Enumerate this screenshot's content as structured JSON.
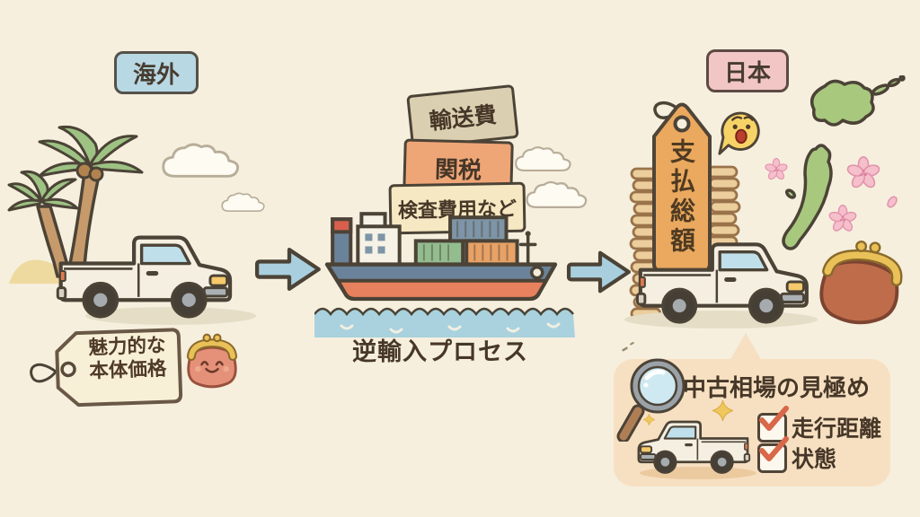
{
  "regions": {
    "overseas_label": "海外",
    "japan_label": "日本"
  },
  "left": {
    "price_tag": {
      "line1": "魅力的な",
      "line2": "本体価格"
    }
  },
  "process": {
    "cost_boxes": [
      "輸送費",
      "関税",
      "検査費用など"
    ],
    "caption": "逆輸入プロセス"
  },
  "right": {
    "total_payment_tag": "支払総額"
  },
  "callout": {
    "title": "中古相場の見極め",
    "checklist": [
      {
        "label": "走行距離",
        "checked": true
      },
      {
        "label": "状態",
        "checked": true
      }
    ]
  },
  "icons": [
    "palm-tree",
    "cloud",
    "pickup-truck",
    "price-tag",
    "coin-purse",
    "arrow-right",
    "cargo-ship",
    "cost-box",
    "japan-map",
    "cherry-blossom",
    "coin-stack",
    "surprised-emoji",
    "magnifying-glass",
    "sparkle",
    "checkbox"
  ],
  "colors": {
    "background": "#f6efde",
    "outline": "#4c4337",
    "text": "#4a3a2c",
    "overseas_badge": "#b8d8e3",
    "japan_badge": "#f2c6c5",
    "arrow": "#a9cfdf",
    "water": "#a9d2de",
    "ship_hull": "#6b839a",
    "ship_bottom": "#e8815d",
    "box_shipping": "#dbcfb1",
    "box_duty": "#efa677",
    "box_inspection": "#f5e8c2",
    "price_tag_left": "#f8f0d6",
    "price_tag_right": "#eaa95e",
    "purse_small": "#e5917a",
    "purse_big": "#bf6c4b",
    "japan_map": "#a8c87e",
    "blossom": "#f5bfcc",
    "callout_bg": "#f7e0c1",
    "check": "#d9674a",
    "emoji": "#f6d366",
    "sparkle": "#eec75d",
    "coin": "#ecce9c"
  }
}
